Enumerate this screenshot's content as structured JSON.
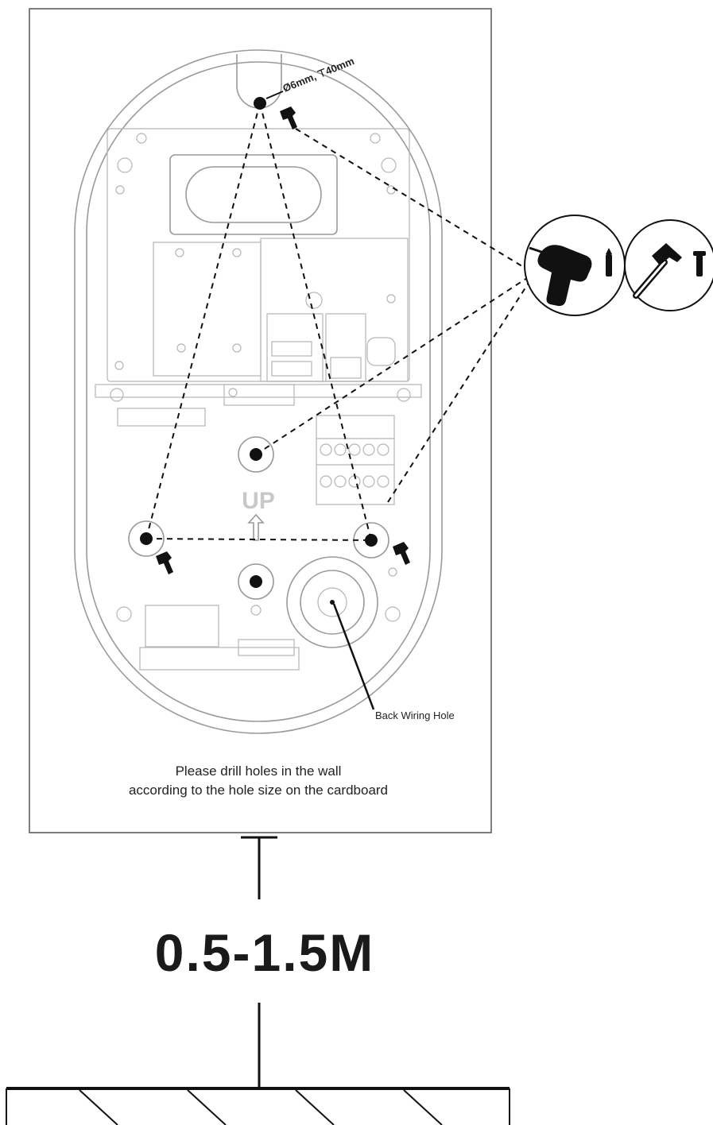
{
  "annotations": {
    "drill_spec": "Ø6mm,",
    "depth_spec": "40mm",
    "up_label": "UP",
    "back_wiring_hole": "Back Wiring Hole",
    "instruction_line1": "Please drill holes in the wall",
    "instruction_line2": "according to the hole size on the cardboard"
  },
  "height": {
    "label": "0.5-1.5M"
  },
  "icons": {
    "drill": "drill-icon",
    "hammer": "hammer-icon",
    "anchor": "wall-anchor-icon",
    "screw": "screw-icon"
  },
  "colors": {
    "line": "#111111",
    "outline": "#9a9a9a"
  }
}
